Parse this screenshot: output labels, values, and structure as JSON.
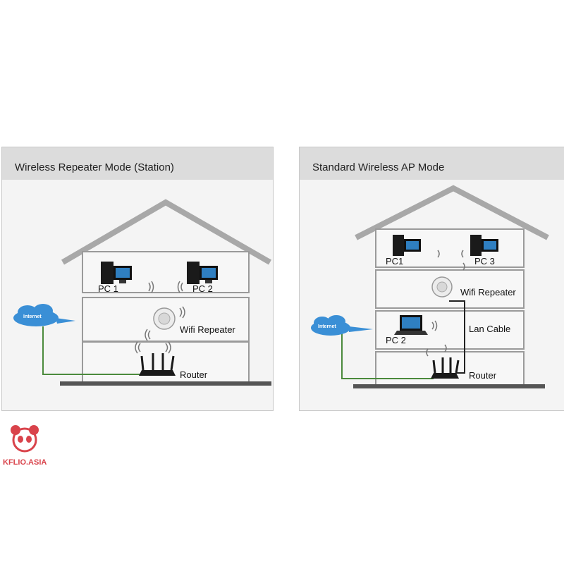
{
  "panels": {
    "left": {
      "title": "Wireless Repeater Mode (Station)",
      "labels": {
        "pc1": "PC 1",
        "pc2": "PC 2",
        "repeater": "Wifi Repeater",
        "router": "Router",
        "internet": "Internet"
      }
    },
    "right": {
      "title": "Standard Wireless AP Mode",
      "labels": {
        "pc1": "PC1",
        "pc3": "PC 3",
        "repeater": "Wifi Repeater",
        "lan": "Lan Cable",
        "pc2": "PC 2",
        "router": "Router",
        "internet": "Internet"
      }
    }
  },
  "logo": {
    "text": "KFLIO.ASIA"
  },
  "colors": {
    "cloud": "#3a8fd6",
    "cable": "#4b8a3c",
    "roof": "#a8a8a8",
    "floor_border": "#9a9a9a",
    "ground": "#555555",
    "logo": "#d9434b"
  }
}
